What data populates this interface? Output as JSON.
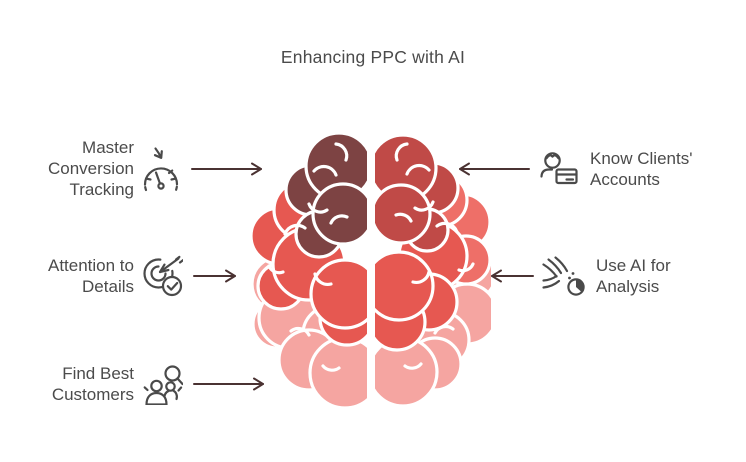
{
  "title": "Enhancing PPC with AI",
  "left_items": [
    {
      "label": "Master Conversion Tracking",
      "icon": "speedometer-icon"
    },
    {
      "label": "Attention to Details",
      "icon": "target-check-icon"
    },
    {
      "label": "Find Best Customers",
      "icon": "find-customers-icon"
    }
  ],
  "right_items": [
    {
      "label": "Know Clients' Accounts",
      "icon": "client-account-icon"
    },
    {
      "label": "Use AI for Analysis",
      "icon": "ai-analysis-icon"
    }
  ],
  "colors": {
    "text": "#4b4b4b",
    "arrow": "#4a3232",
    "icon": "#4a4a4a",
    "brain_dark": "#7d4343",
    "brain_brick": "#c04a47",
    "brain_red": "#e65851",
    "brain_salmon": "#ee6f68",
    "brain_pink": "#f5a5a1"
  }
}
